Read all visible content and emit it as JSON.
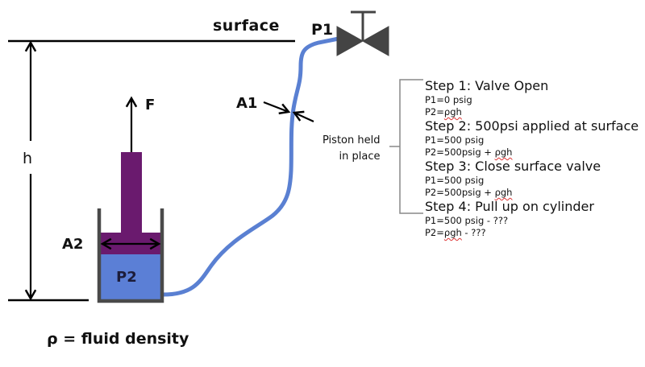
{
  "diagram": {
    "labels": {
      "surface": "surface",
      "p1": "P1",
      "h": "h",
      "force": "F",
      "a1": "A1",
      "a2": "A2",
      "p2": "P2",
      "rho_def": "ρ = fluid density",
      "piston_held_line1": "Piston held",
      "piston_held_line2": "in place"
    },
    "steps": [
      {
        "title": "Step 1: Valve Open",
        "p1": "P1=0 psig",
        "p2_prefix": "P2=",
        "p2_term": "ρgh",
        "p2_suffix": ""
      },
      {
        "title": "Step 2: 500psi applied at surface",
        "p1": "P1=500 psig",
        "p2_prefix": "P2=500psig + ",
        "p2_term": "ρgh",
        "p2_suffix": ""
      },
      {
        "title": "Step 3: Close surface valve",
        "p1": "P1=500 psig",
        "p2_prefix": "P2=500psig + ",
        "p2_term": "ρgh",
        "p2_suffix": ""
      },
      {
        "title": "Step 4: Pull up on cylinder",
        "p1": "P1=500 psig - ???",
        "p2_prefix": "P2=",
        "p2_term": "ρgh",
        "p2_suffix": " - ???"
      }
    ],
    "colors": {
      "fluid": "#5b7fd6",
      "tube": "#5a80d2",
      "piston": "#6a1a6e",
      "cylinder_wall": "#4a4a4a",
      "valve": "#444444",
      "bracket": "#888888",
      "line": "#000000"
    }
  }
}
